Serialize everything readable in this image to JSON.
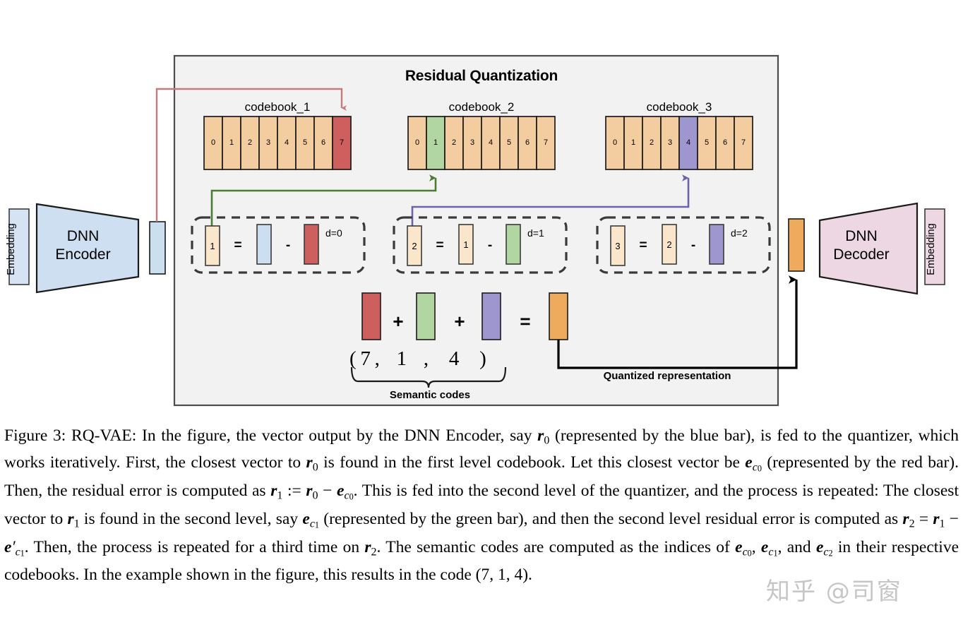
{
  "figure": {
    "panel_title": "Residual Quantization",
    "encoder": {
      "embedding_label": "Embedding",
      "block_label_line1": "DNN",
      "block_label_line2": "Encoder",
      "block_fill": "#cddff0",
      "embedding_fill": "#d6e3f2"
    },
    "decoder": {
      "embedding_label": "Embedding",
      "block_label_line1": "DNN",
      "block_label_line2": "Decoder",
      "block_fill": "#ecd7e2",
      "embedding_fill": "#ecd7e2"
    },
    "colors": {
      "panel_bg": "#f2f2f2",
      "panel_border": "#4d4d4d",
      "tan": "#f3cda0",
      "tan_light": "#fae6cb",
      "red": "#cd5f5f",
      "green": "#b2d6a2",
      "purple": "#9e96ce",
      "orange": "#eaa košak",
      "orange_bar": "#eca champ",
      "blue_bar": "#cbdff1",
      "arrow_red": "#c57b7b",
      "arrow_green": "#4a7d32",
      "arrow_purple": "#6f62ab",
      "arrow_black": "#000000",
      "dashed_border": "#3a3a3a"
    },
    "codebooks": [
      {
        "label": "codebook_1",
        "cells": [
          "0",
          "1",
          "2",
          "3",
          "4",
          "5",
          "6",
          "7"
        ],
        "selected_index": 7,
        "selected_color": "#cd5f5f"
      },
      {
        "label": "codebook_2",
        "cells": [
          "0",
          "1",
          "2",
          "3",
          "4",
          "5",
          "6",
          "7"
        ],
        "selected_index": 1,
        "selected_color": "#b2d6a2"
      },
      {
        "label": "codebook_3",
        "cells": [
          "0",
          "1",
          "2",
          "3",
          "4",
          "5",
          "6",
          "7"
        ],
        "selected_index": 4,
        "selected_color": "#9e96ce"
      }
    ],
    "residual_equations": [
      {
        "result_label": "1",
        "equals": "=",
        "minuend_label": "",
        "minus": "-",
        "subtrahend_label": "",
        "depth_label": "d=0",
        "minuend_color": "#cbdff1",
        "subtrahend_color": "#cd5f5f"
      },
      {
        "result_label": "2",
        "equals": "=",
        "minuend_label": "1",
        "minus": "-",
        "subtrahend_label": "",
        "depth_label": "d=1",
        "minuend_color": "#fae6cb",
        "subtrahend_color": "#b2d6a2"
      },
      {
        "result_label": "3",
        "equals": "=",
        "minuend_label": "2",
        "minus": "-",
        "subtrahend_label": "",
        "depth_label": "d=2",
        "minuend_color": "#fae6cb",
        "subtrahend_color": "#9e96ce"
      }
    ],
    "summation": {
      "plus_1": "+",
      "plus_2": "+",
      "equals": "=",
      "terms": [
        "#cd5f5f",
        "#b2d6a2",
        "#9e96ce"
      ],
      "result_color": "#eeab5e",
      "codes_open": "(",
      "codes": [
        "7",
        "1",
        "4"
      ],
      "codes_comma": ",",
      "codes_close": ")",
      "semantic_codes_label": "Semantic codes",
      "quantized_label": "Quantized representation"
    }
  },
  "caption": {
    "figure_number": "Figure 3:",
    "text_plain": "Figure 3: RQ-VAE: In the figure, the vector output by the DNN Encoder, say r0 (represented by the blue bar), is fed to the quantizer, which works iteratively. First, the closest vector to r0 is found in the first level codebook. Let this closest vector be ec0 (represented by the red bar). Then, the residual error is computed as r1 := r0 - ec0. This is fed into the second level of the quantizer, and the process is repeated: The closest vector to r1 is found in the second level, say ec1 (represented by the green bar), and then the second level residual error is computed as r2 = r1 - e'c1. Then, the process is repeated for a third time on r2. The semantic codes are computed as the indices of ec0, ec1, and ec2 in their respective codebooks. In the example shown in the figure, this results in the code (7, 1, 4)."
  },
  "watermark": {
    "text": "知乎 @司窗"
  }
}
